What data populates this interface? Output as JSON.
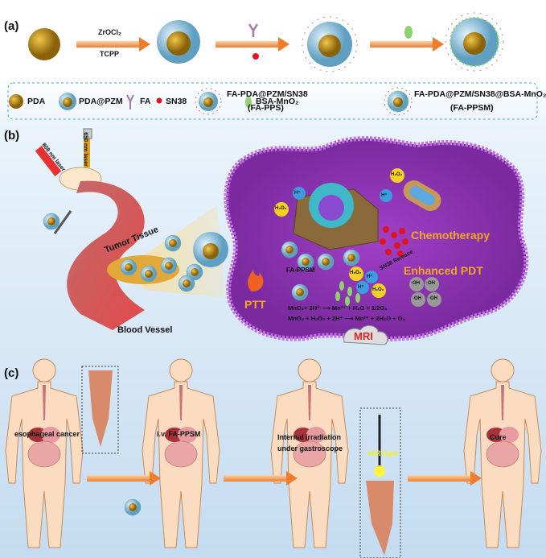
{
  "panels": {
    "a": "(a)",
    "b": "(b)",
    "c": "(c)"
  },
  "panel_a": {
    "step1_top": "ZrOCl₂",
    "step1_bottom": "TCPP"
  },
  "legend": [
    {
      "icon": "pda-sphere-icon",
      "label": "PDA"
    },
    {
      "icon": "pda-pzm-icon",
      "label": "PDA@PZM"
    },
    {
      "icon": "fa-ligand-icon",
      "label": "FA"
    },
    {
      "icon": "sn38-dot-icon",
      "label": "SN38"
    },
    {
      "icon": "fa-pps-icon",
      "label": "FA-PDA@PZM/SN38",
      "sub": "(FA-PPS)"
    },
    {
      "icon": "bsa-mno2-icon",
      "label": "BSA-MnO₂"
    },
    {
      "icon": "fa-ppsm-icon",
      "label": "FA-PDA@PZM/SN38@BSA-MnO₂",
      "sub": "(FA-PPSM)"
    }
  ],
  "panel_b": {
    "laser_808": "808 nm laser",
    "laser_650": "650 nm laser",
    "tumor_tissue": "Tumor Tissue",
    "blood_vessel": "Blood Vessel",
    "chemotherapy": "Chemotherapy",
    "enhanced_pdt": "Enhanced PDT",
    "ptt": "PTT",
    "fa_ppsm": "FA-PPSM",
    "sn38_release": "SN38 Release",
    "h_plus": "H⁺",
    "h2o2": "H₂O₂",
    "oh": "·OH",
    "eq1": "MnO₂+ 2H⁺ ⟶ Mn²⁺ + H₂O + 1/2O₂",
    "eq2": "MnO₂ + H₂O₂ + 2H⁺ ⟶ Mn²⁺ + 2H₂O + O₂",
    "mri": "MRI"
  },
  "panel_c": {
    "step1": "esophageal cancer",
    "step2": "i.v. FA-PPSM",
    "step3_line1": "Internal irradiation",
    "step3_line2": "under gastroscope",
    "nir": "NIR light",
    "step4": "Cure"
  },
  "colors": {
    "pda": "#c9951a",
    "shell": "#8fc3dd",
    "arrow": "#f08a3c",
    "cell": "#9b3fc0",
    "accent_text": "#f5a623",
    "mri": "#e02020"
  }
}
